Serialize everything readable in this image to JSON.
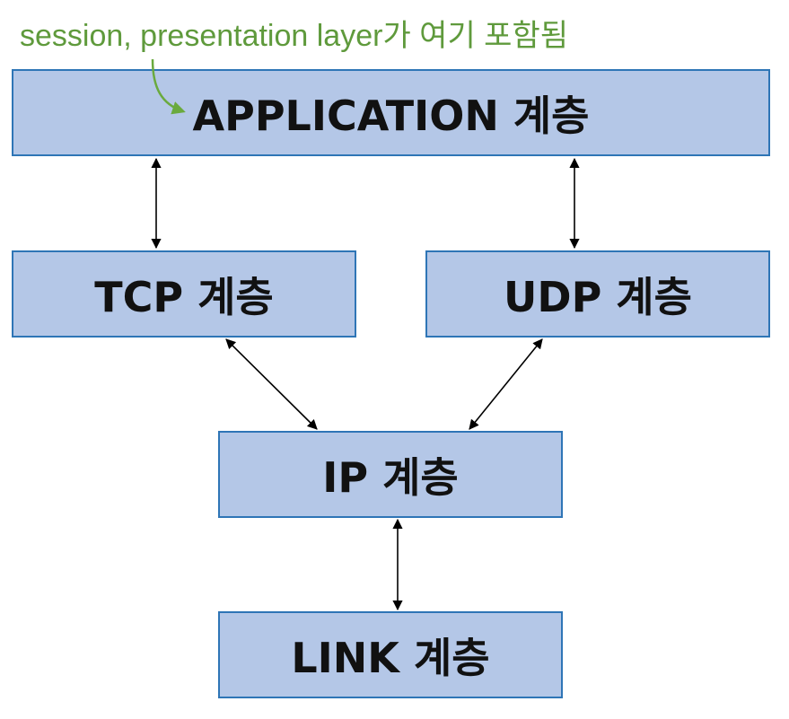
{
  "annotation": {
    "text": "session, presentation layer가 여기 포함됨",
    "color": "#5f9a3c"
  },
  "layers": {
    "application": "APPLICATION 계층",
    "tcp": "TCP 계층",
    "udp": "UDP 계층",
    "ip": "IP 계층",
    "link": "LINK 계층"
  },
  "colors": {
    "box_fill": "#b4c7e7",
    "box_border": "#2e75b6",
    "text": "#111111",
    "connector": "#000000"
  }
}
